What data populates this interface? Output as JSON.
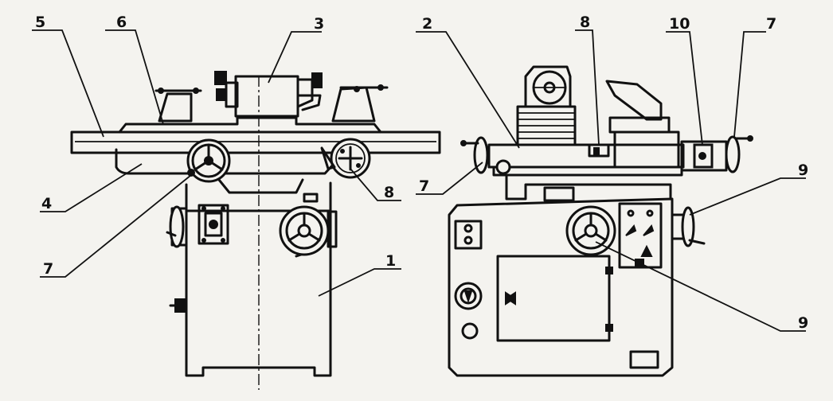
{
  "diagram": {
    "callouts": {
      "left": {
        "n5": "5",
        "n6": "6",
        "n3": "3",
        "n4": "4",
        "n7": "7",
        "n8": "8",
        "n1": "1"
      },
      "right": {
        "n2": "2",
        "n8": "8",
        "n10": "10",
        "n7a": "7",
        "n7b": "7",
        "n9a": "9",
        "n9b": "9"
      }
    }
  }
}
